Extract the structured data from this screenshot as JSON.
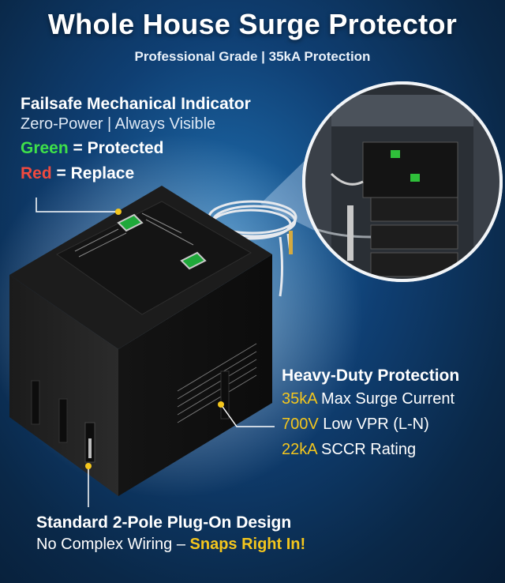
{
  "header": {
    "title": "Whole House Surge Protector",
    "subtitle": "Professional Grade | 35kA Protection"
  },
  "failsafe": {
    "title": "Failsafe Mechanical Indicator",
    "subtitle": "Zero-Power | Always Visible",
    "green_word": "Green",
    "green_rest": " = Protected",
    "red_word": "Red",
    "red_rest": " = Replace"
  },
  "heavy_duty": {
    "title": "Heavy-Duty Protection",
    "items": [
      {
        "value": "35kA",
        "label": " Max Surge Current"
      },
      {
        "value": "700V",
        "label": " Low VPR (L-N)"
      },
      {
        "value": "22kA",
        "label": " SCCR Rating"
      }
    ]
  },
  "plug_on": {
    "title": "Standard 2-Pole Plug-On Design",
    "subtitle_prefix": "No Complex Wiring – ",
    "subtitle_highlight": "Snaps Right In!"
  },
  "colors": {
    "background": "#0f3f73",
    "accent_yellow": "#f4c61d",
    "indicator_green": "#3ee04a",
    "indicator_red": "#f04a3f"
  }
}
